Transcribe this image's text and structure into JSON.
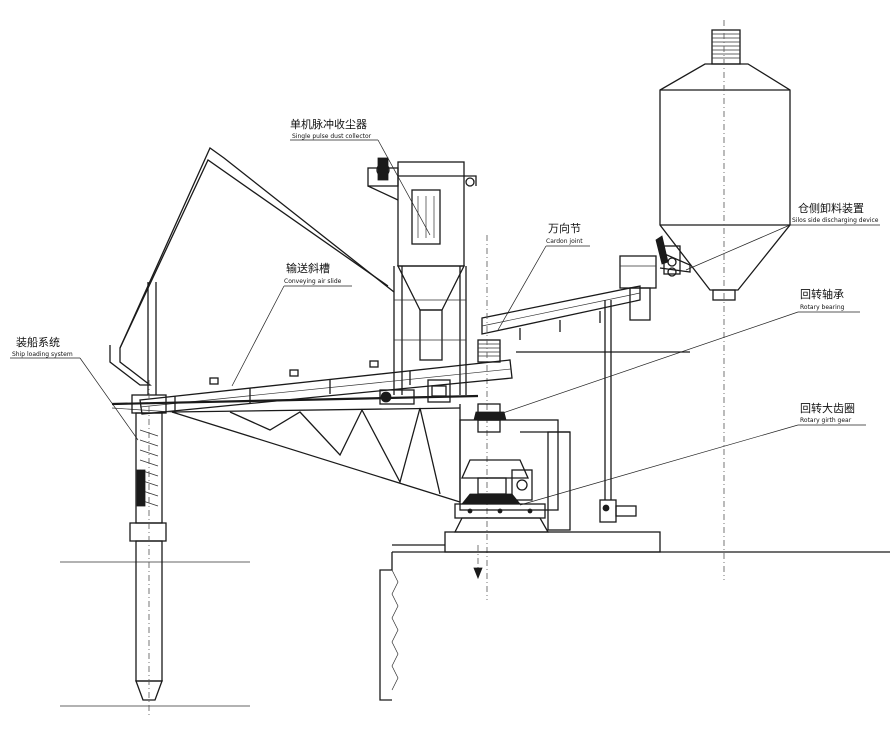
{
  "labels": {
    "dust_collector": {
      "cn": "单机脉冲收尘器",
      "en": "Single pulse dust collector"
    },
    "cardon_joint": {
      "cn": "万向节",
      "en": "Cardon joint"
    },
    "silo_discharge": {
      "cn": "仓侧卸料装置",
      "en": "Silos side discharging device"
    },
    "air_slide": {
      "cn": "输送斜槽",
      "en": "Conveying air slide"
    },
    "ship_loading": {
      "cn": "装船系统",
      "en": "Ship loading system"
    },
    "rotary_bearing": {
      "cn": "回转轴承",
      "en": "Rotary bearing"
    },
    "girth_gear": {
      "cn": "回转大齿圈",
      "en": "Rotary girth gear"
    }
  }
}
